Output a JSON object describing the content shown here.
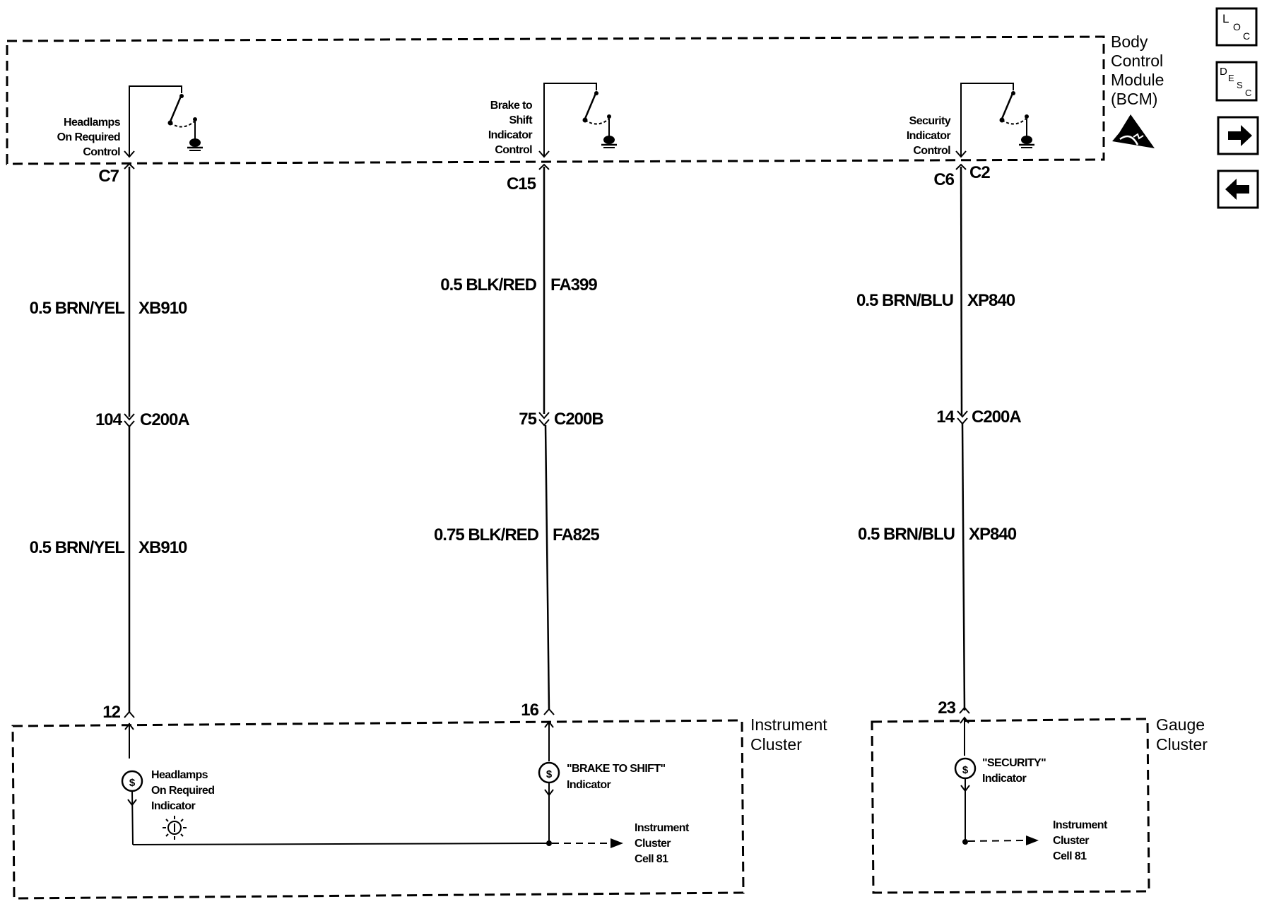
{
  "modules": {
    "bcm": [
      "Body",
      "Control",
      "Module",
      "(BCM)"
    ],
    "instrument_cluster": [
      "Instrument",
      "Cluster"
    ],
    "gauge_cluster": [
      "Gauge",
      "Cluster"
    ]
  },
  "controls": {
    "headlamps": [
      "Headlamps",
      "On Required",
      "Control"
    ],
    "brake": [
      "Brake to",
      "Shift",
      "Indicator",
      "Control"
    ],
    "security": [
      "Security",
      "Indicator",
      "Control"
    ]
  },
  "pins": {
    "c7": "C7",
    "c15": "C15",
    "c6": "C6",
    "c2": "C2",
    "p12": "12",
    "p16": "16",
    "p23": "23"
  },
  "wires": {
    "a1": {
      "spec": "0.5 BRN/YEL",
      "circuit": "XB910"
    },
    "a2": {
      "spec": "0.5 BRN/YEL",
      "circuit": "XB910"
    },
    "b1": {
      "spec": "0.5 BLK/RED",
      "circuit": "FA399"
    },
    "b2": {
      "spec": "0.75 BLK/RED",
      "circuit": "FA825"
    },
    "c1": {
      "spec": "0.5 BRN/BLU",
      "circuit": "XP840"
    },
    "c2": {
      "spec": "0.5 BRN/BLU",
      "circuit": "XP840"
    }
  },
  "connectors": {
    "a": {
      "pin": "104",
      "name": "C200A"
    },
    "b": {
      "pin": "75",
      "name": "C200B"
    },
    "c": {
      "pin": "14",
      "name": "C200A"
    }
  },
  "indicators": {
    "headlamps": [
      "Headlamps",
      "On Required",
      "Indicator"
    ],
    "brake": [
      "\"BRAKE TO SHIFT\"",
      "Indicator"
    ],
    "security": [
      "\"SECURITY\"",
      "Indicator"
    ]
  },
  "refs": {
    "instrument": [
      "Instrument",
      "Cluster",
      "Cell 81"
    ],
    "gauge": [
      "Instrument",
      "Cluster",
      "Cell 81"
    ]
  },
  "nav": {
    "loc": {
      "big": "L",
      "mid": "O",
      "small": "C"
    },
    "desc": {
      "big": "D",
      "mid": "E",
      "s2": "S",
      "small": "C"
    }
  },
  "icons": [
    "esd-sensitive-icon",
    "lamp-bulb-icon",
    "ground-icon",
    "switch-icon",
    "arrow-right-icon",
    "arrow-left-icon"
  ]
}
